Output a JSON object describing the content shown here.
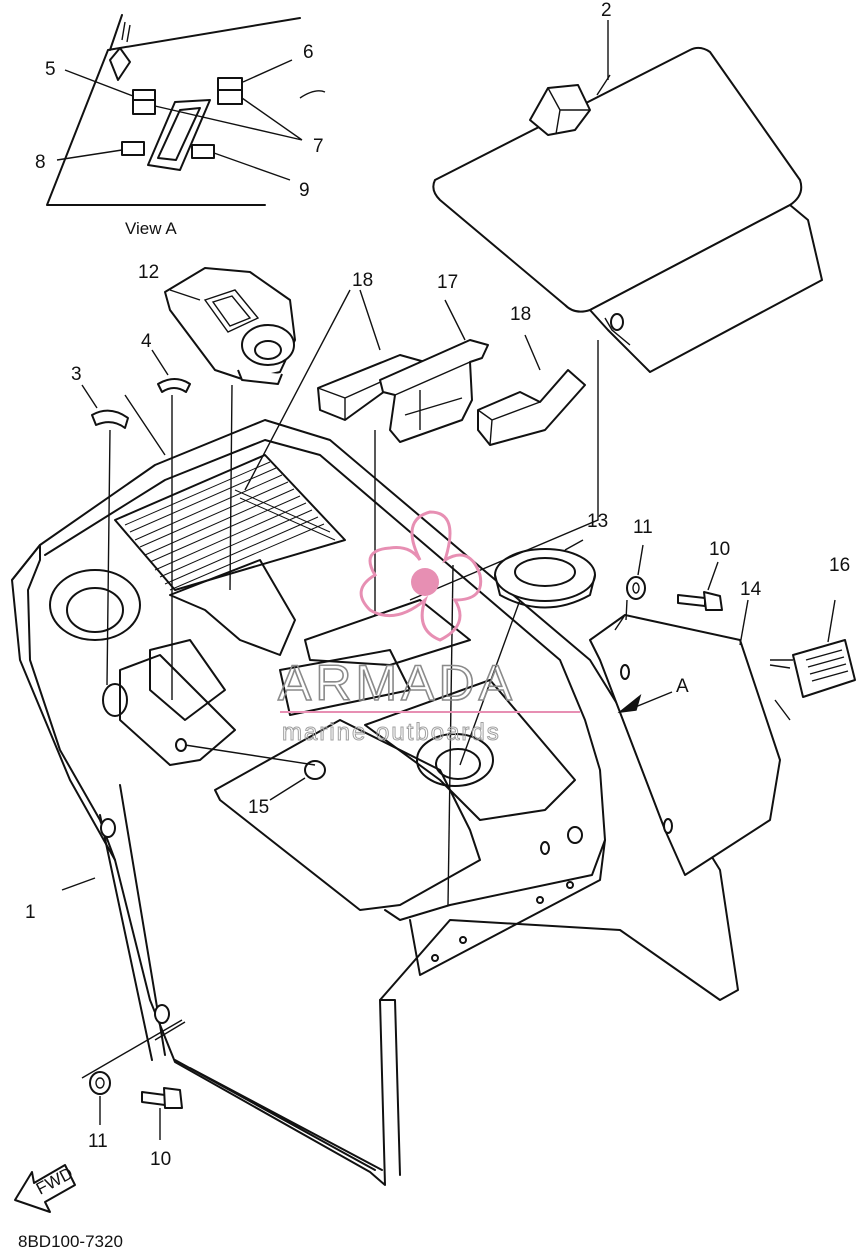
{
  "diagram": {
    "view_caption": "View A",
    "view_arrow_label": "A",
    "drawing_code": "8BD100-7320",
    "fwd_label": "FWD",
    "watermark": {
      "brand": "ARMADA",
      "tagline": "marine outboards",
      "logo_color": "#e78fb3"
    },
    "callouts": {
      "c1": "1",
      "c2": "2",
      "c3": "3",
      "c4": "4",
      "c5": "5",
      "c6": "6",
      "c7": "7",
      "c8": "8",
      "c9": "9",
      "c10a": "10",
      "c10b": "10",
      "c11a": "11",
      "c11b": "11",
      "c12": "12",
      "c13": "13",
      "c14": "14",
      "c15": "15",
      "c16": "16",
      "c17": "17",
      "c18a": "18",
      "c18b": "18"
    }
  }
}
